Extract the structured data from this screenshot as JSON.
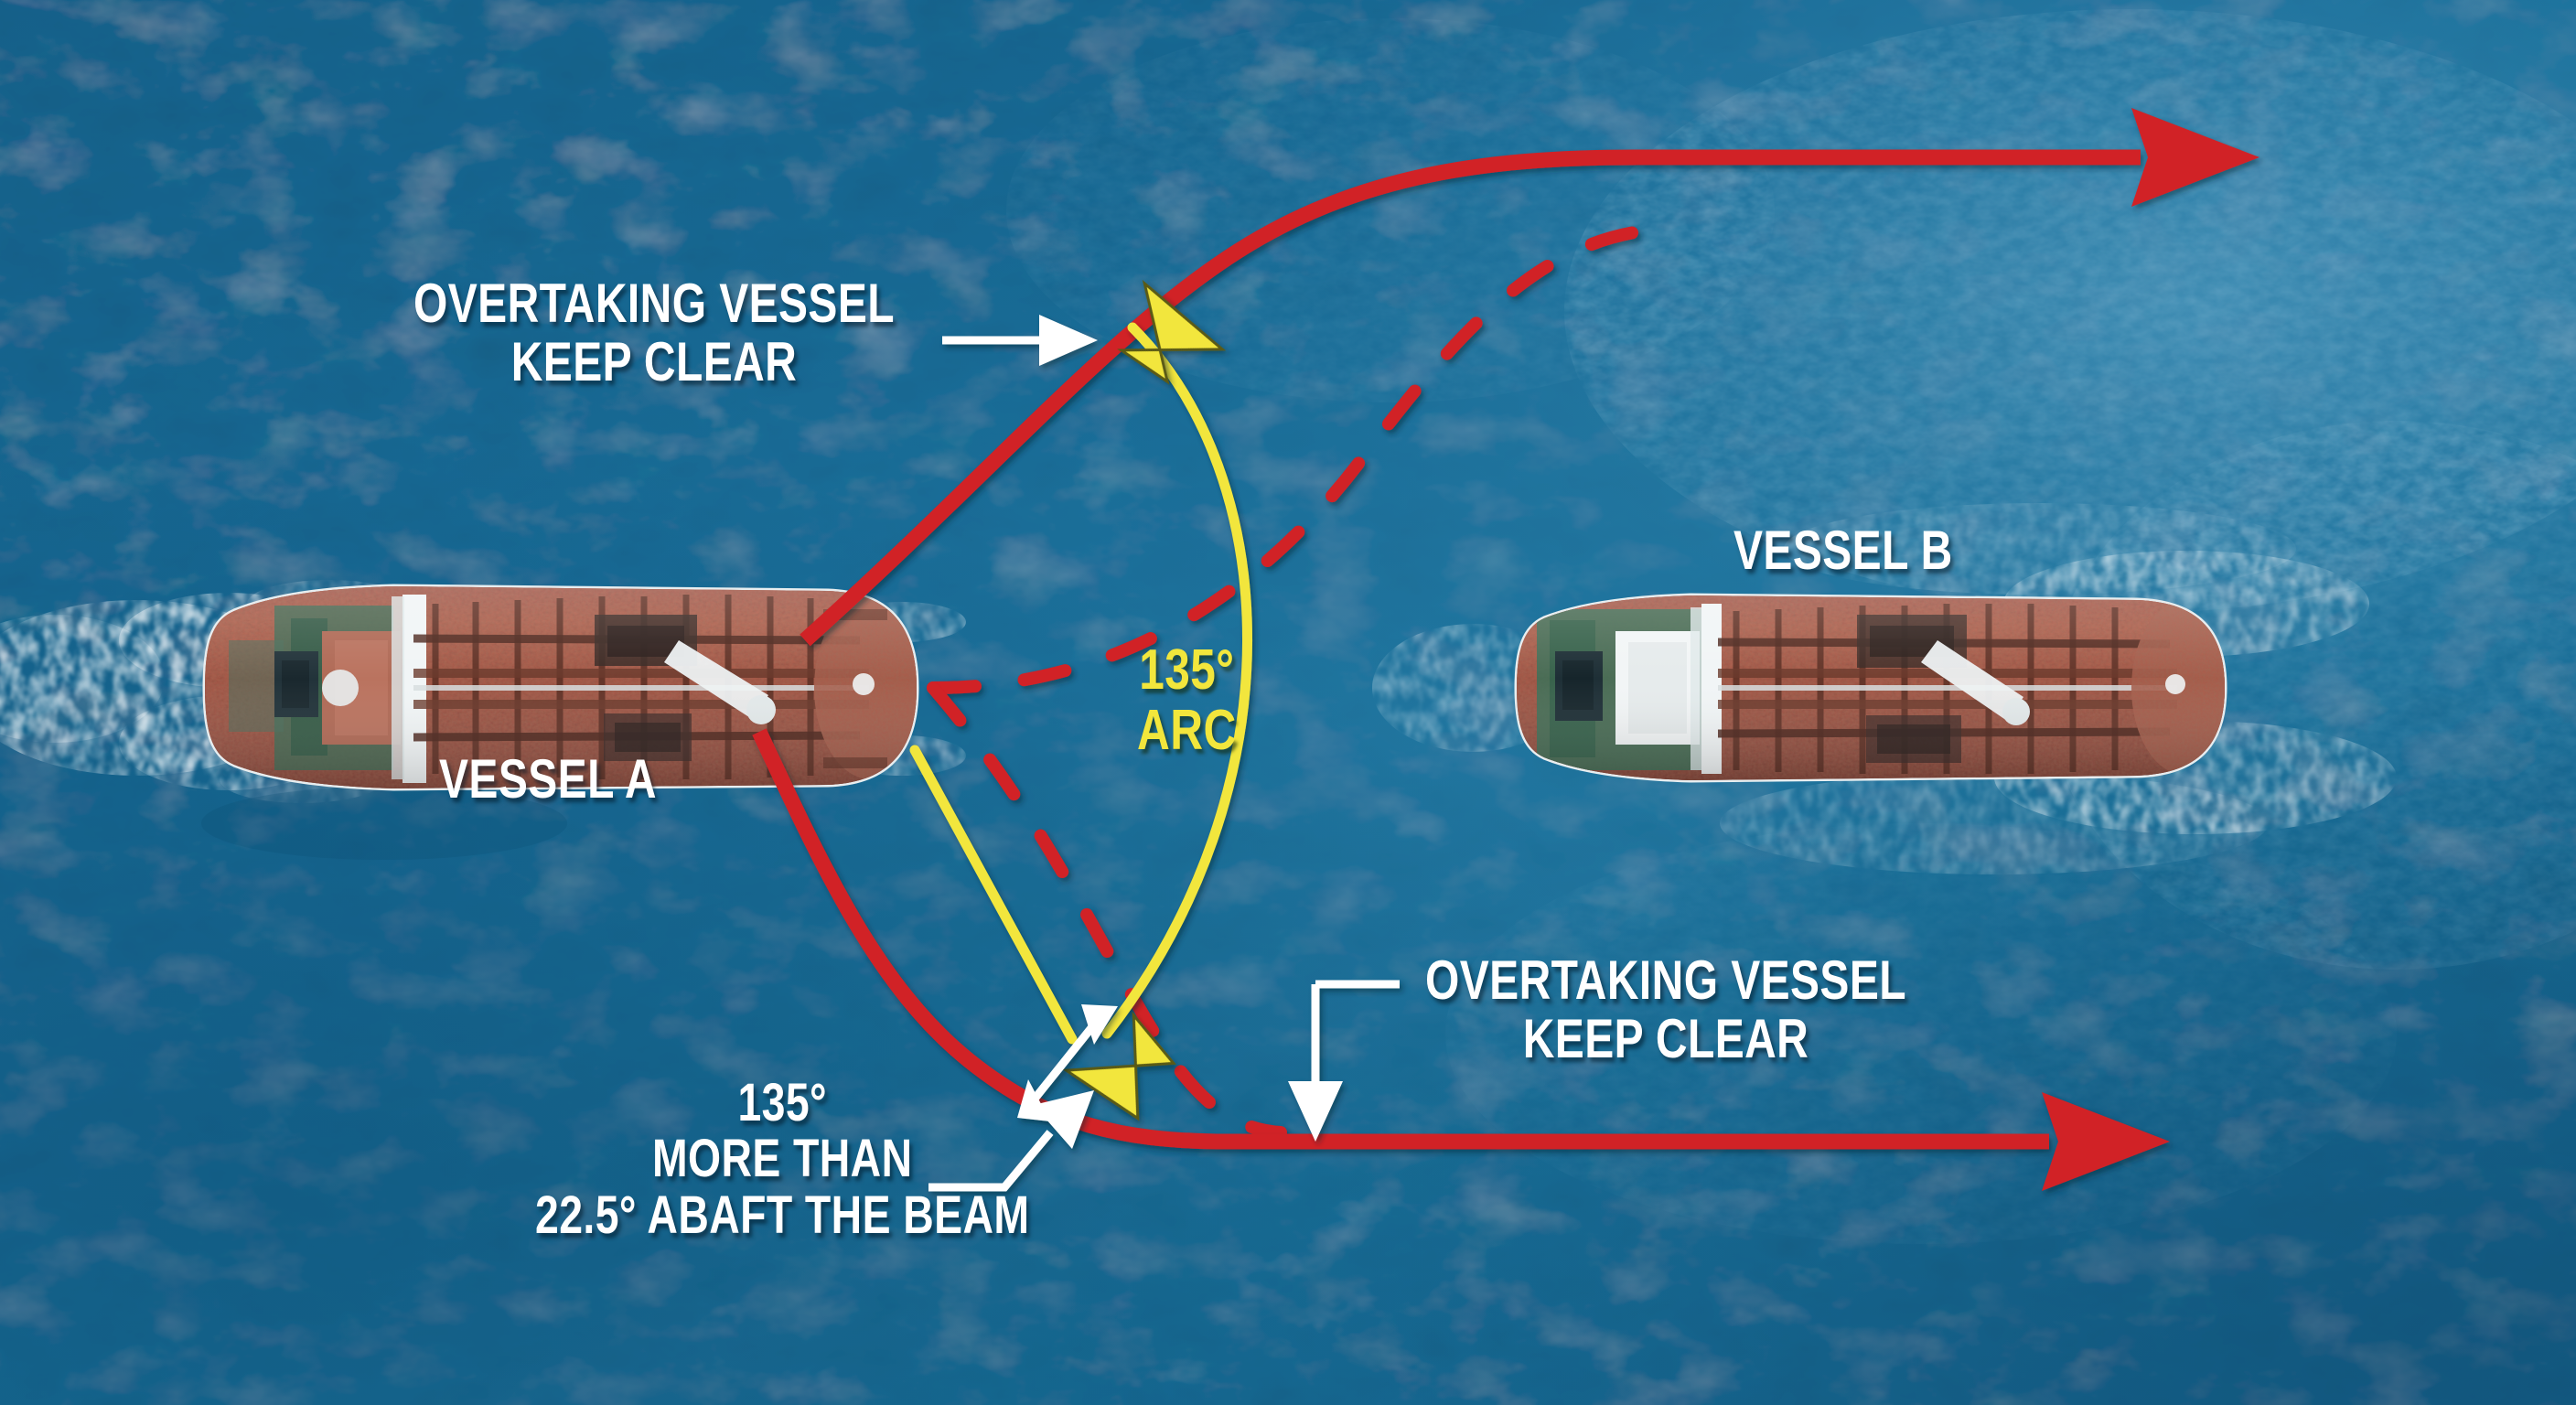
{
  "diagram": {
    "title": "Overtaking Vessel 135 Degree Arc",
    "water_color": "#16658d",
    "red_color": "#d12026",
    "yellow_color": "#f2e63c",
    "text_color": "#ffffff"
  },
  "labels": {
    "overtaking_top": {
      "line1": "OVERTAKING VESSEL",
      "line2": "KEEP CLEAR"
    },
    "overtaking_bottom": {
      "line1": "OVERTAKING VESSEL",
      "line2": "KEEP CLEAR"
    },
    "vessel_a": "VESSEL A",
    "vessel_b": "VESSEL B",
    "arc": {
      "line1": "135°",
      "line2": "ARC"
    },
    "abaft": {
      "line1": "135°",
      "line2": "MORE THAN",
      "line3": "22.5° ABAFT THE BEAM"
    }
  },
  "annotations": {
    "arc_degrees": "135°",
    "abaft_degrees": "22.5°"
  },
  "icons": {
    "leader_arrow_right": "arrow-right-icon",
    "leader_arrow_down": "arrow-down-icon",
    "leader_arrow_up_right": "arrow-up-right-icon",
    "double_arrow": "double-headed-arrow-icon",
    "red_heading_arrow": "red-arrow-right-icon",
    "yellow_arc_arrow": "yellow-arc-arrowhead-icon",
    "vessel": "tanker-ship-icon"
  }
}
